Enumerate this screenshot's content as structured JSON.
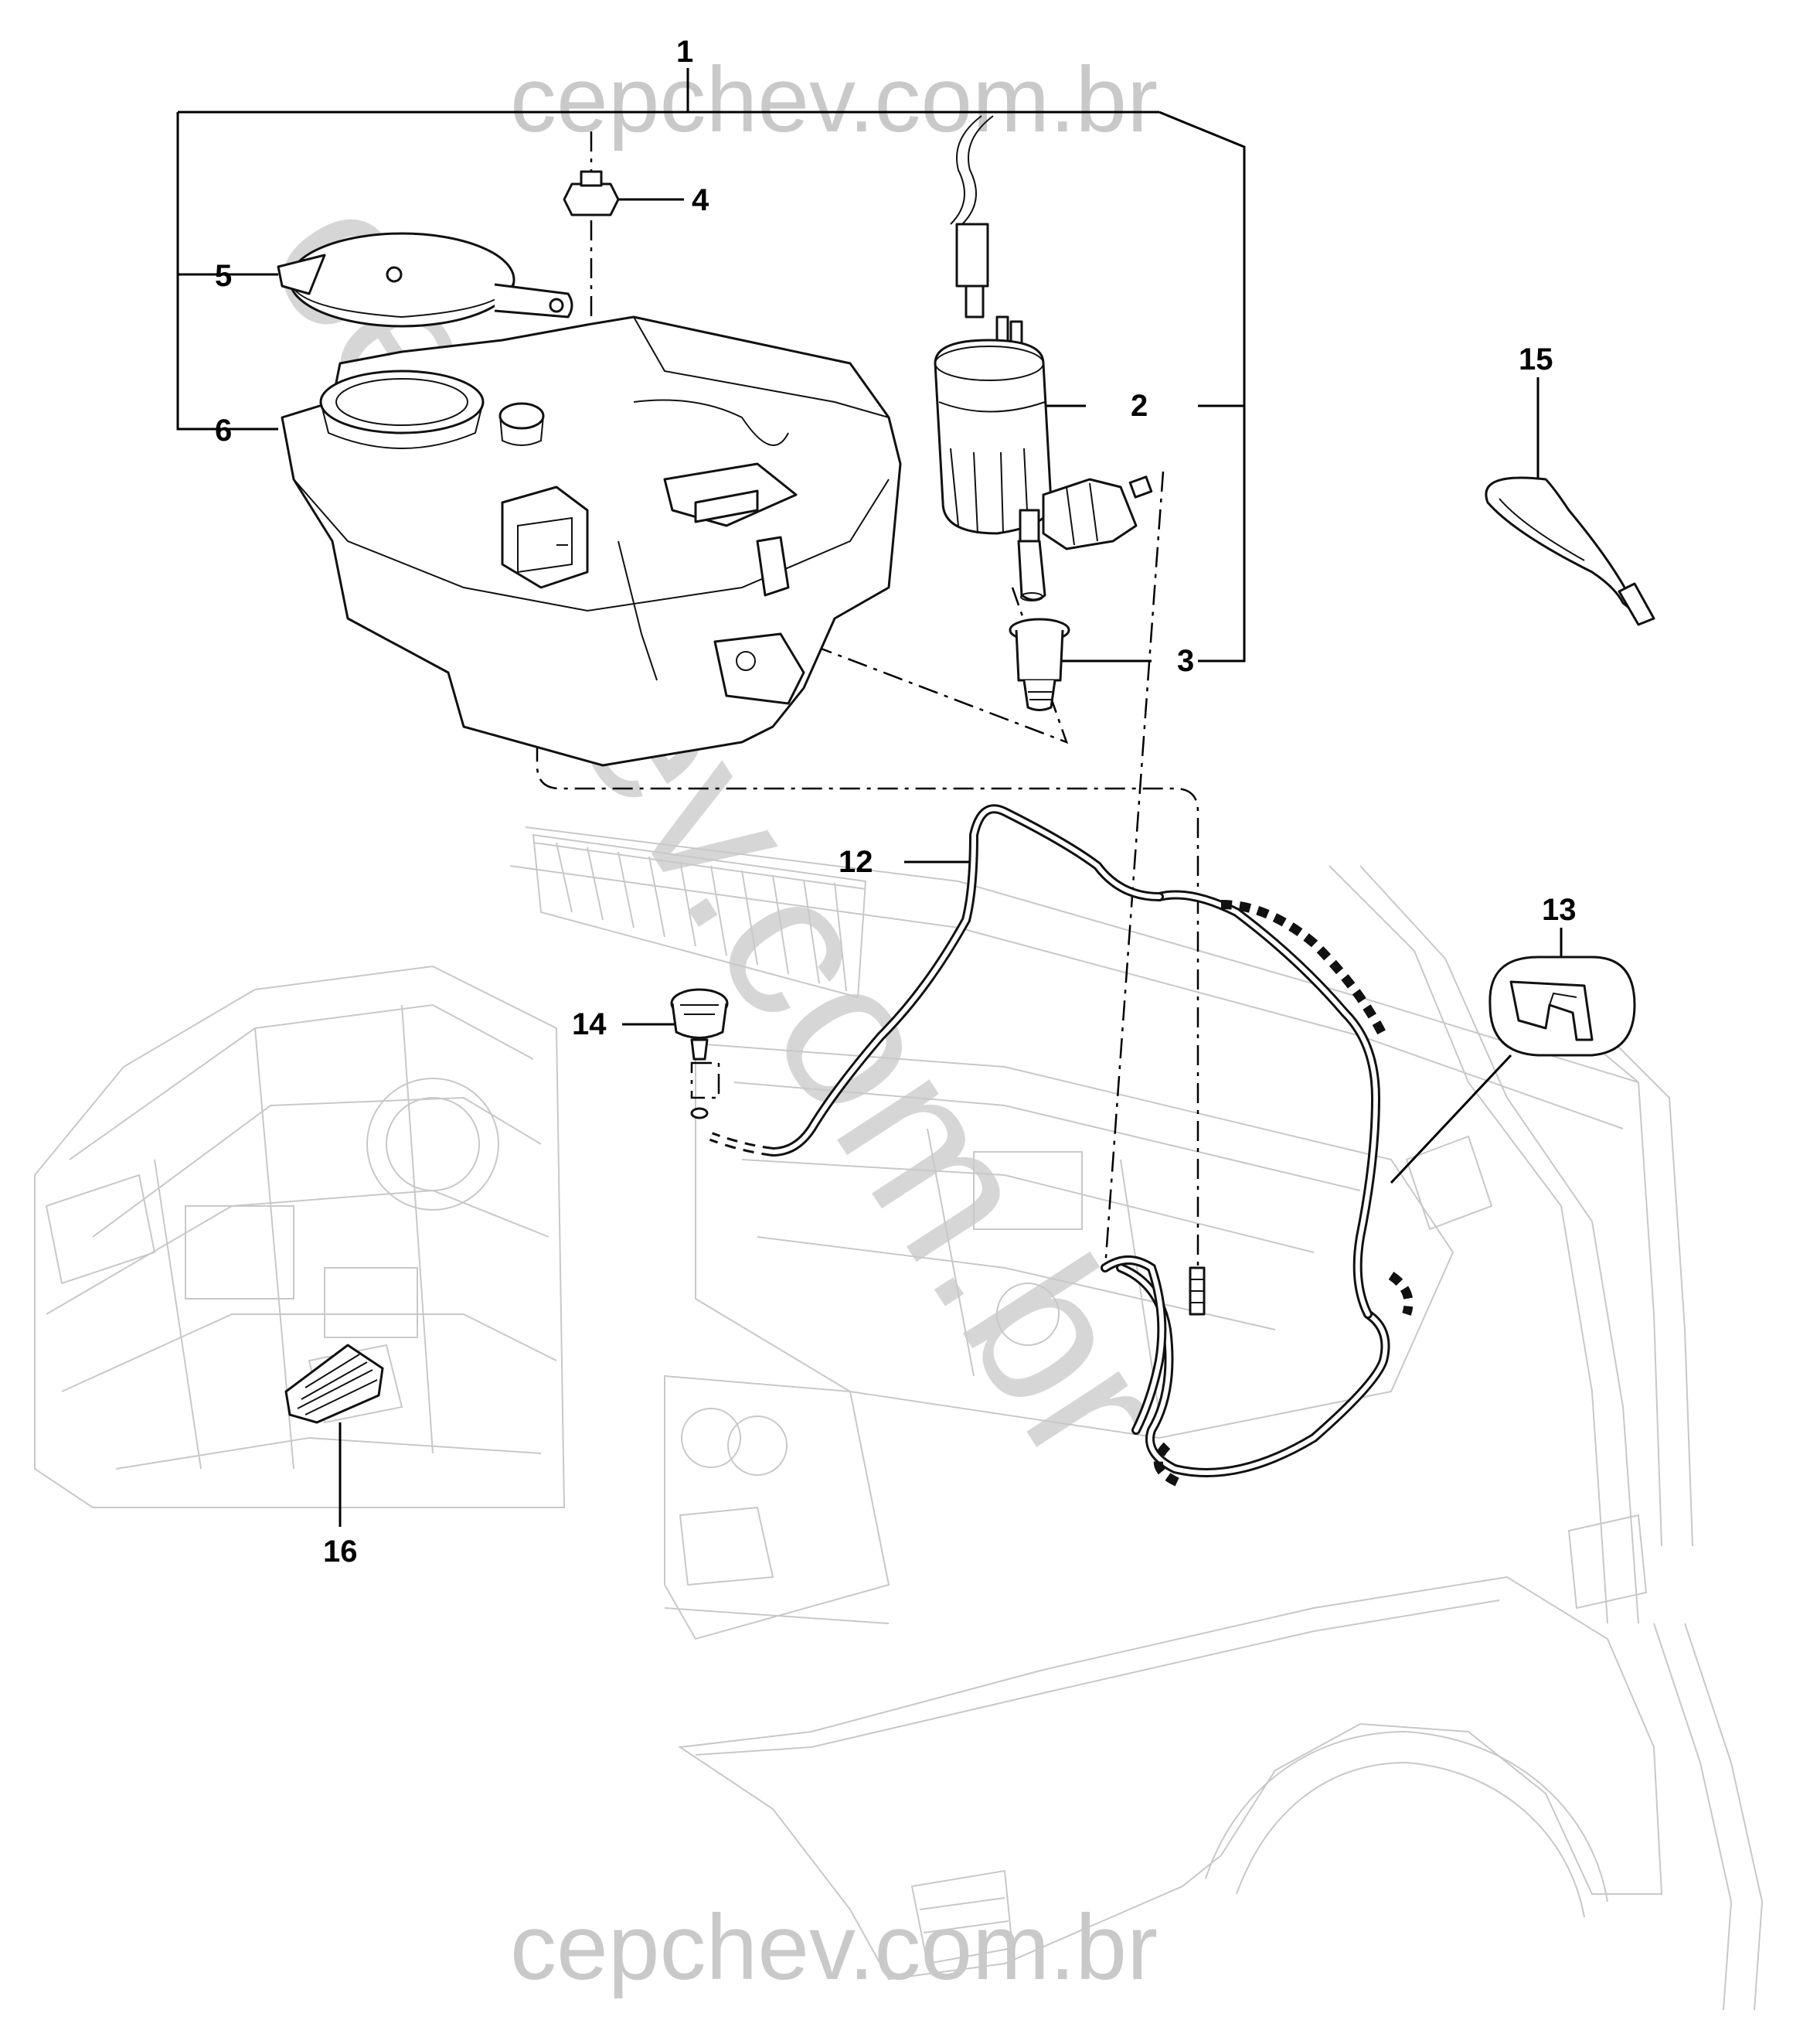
{
  "watermark": {
    "text": "cepchev.com.br"
  },
  "callouts": {
    "c1": "1",
    "c2": "2",
    "c3": "3",
    "c4": "4",
    "c5": "5",
    "c6": "6",
    "c12": "12",
    "c13": "13",
    "c14": "14",
    "c15": "15",
    "c16": "16"
  }
}
